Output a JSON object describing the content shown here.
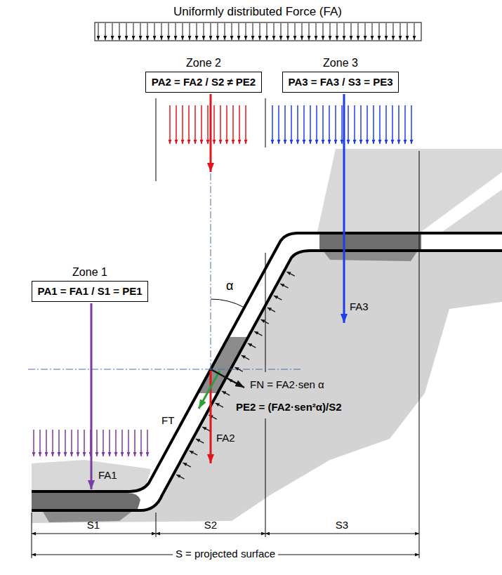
{
  "diagram": {
    "nodes": [
      {
        "text": [
          "Zone 2",
          "PA2 = FA2 / S2 ≠ PE2"
        ]
      },
      {
        "text": [
          "Zone 3",
          "PA3 = FA3 / S3 = PE3"
        ]
      },
      {
        "text": [
          "Zone 1",
          "PA1 = FA1 / S1 = PE1"
        ]
      }
    ],
    "edges": [],
    "labels": [
      "Uniformly distributed Force (FA)",
      "α",
      "FN = FA2·sen α",
      "PE2 = (FA2·sen²α)/S2",
      "FT",
      "FA2",
      "FA3",
      "FA1",
      "S1",
      "S2",
      "S3",
      "S = projected surface"
    ]
  }
}
